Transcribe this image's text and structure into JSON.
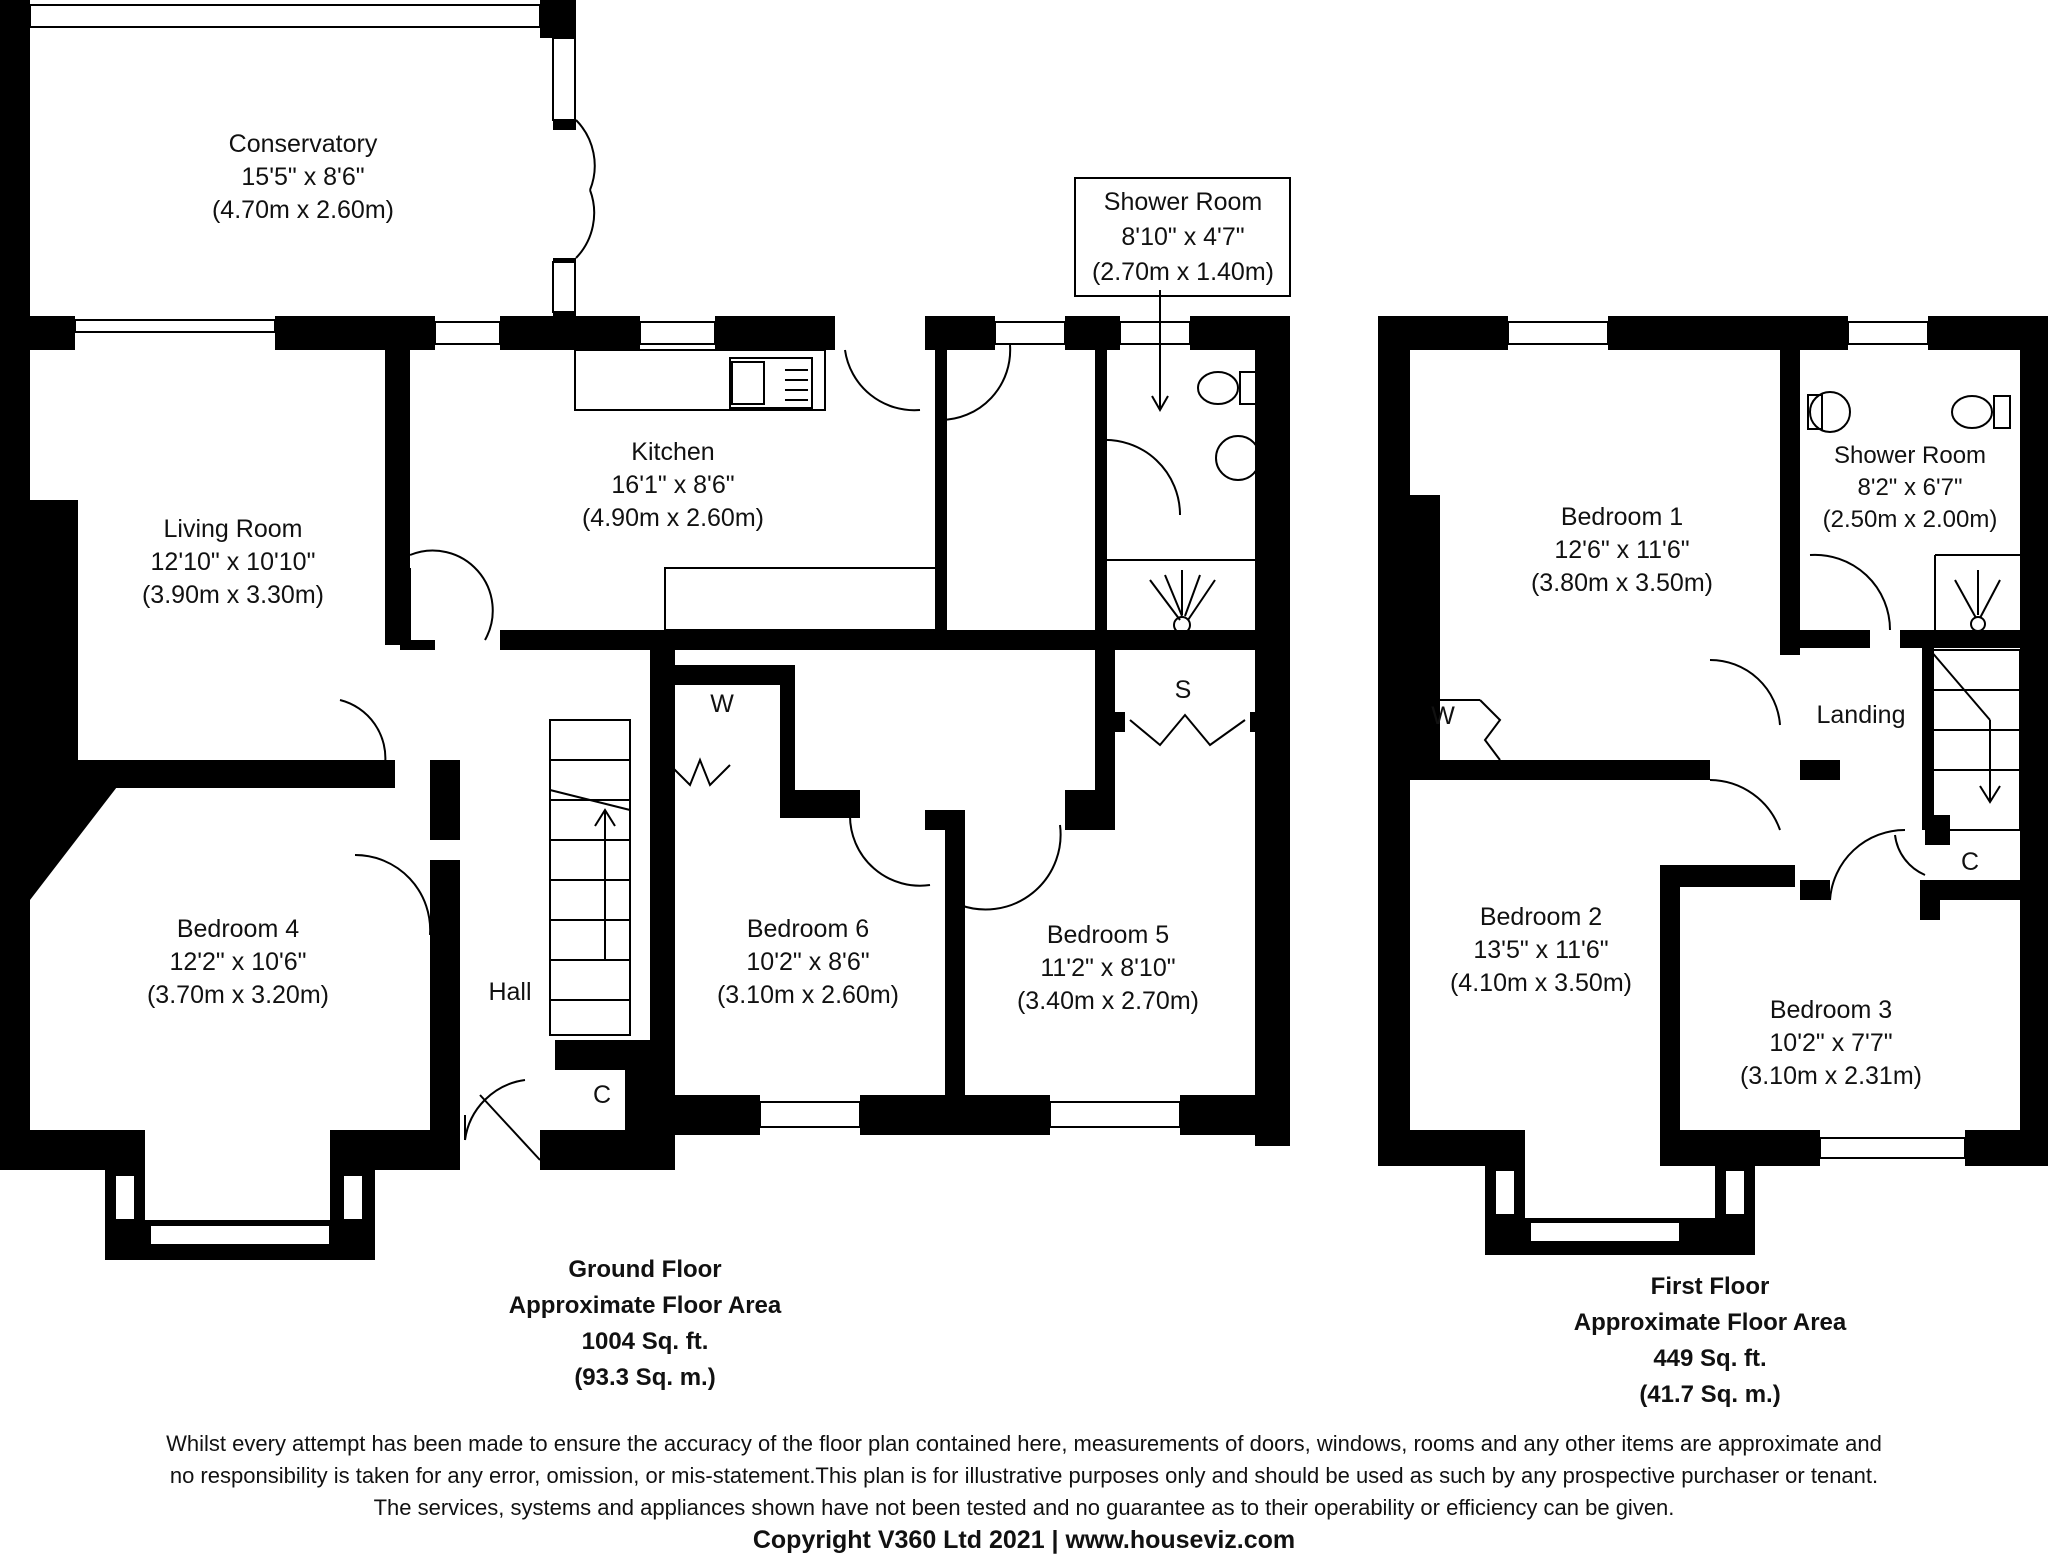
{
  "rooms": {
    "conservatory": {
      "name": "Conservatory",
      "imperial": "15'5\" x 8'6\"",
      "metric": "(4.70m x 2.60m)"
    },
    "living_room": {
      "name": "Living Room",
      "imperial": "12'10\" x 10'10\"",
      "metric": "(3.90m x 3.30m)"
    },
    "kitchen": {
      "name": "Kitchen",
      "imperial": "16'1\" x 8'6\"",
      "metric": "(4.90m x 2.60m)"
    },
    "shower_room_gf": {
      "name": "Shower Room",
      "imperial": "8'10\" x 4'7\"",
      "metric": "(2.70m x 1.40m)"
    },
    "bedroom4": {
      "name": "Bedroom 4",
      "imperial": "12'2\" x 10'6\"",
      "metric": "(3.70m x 3.20m)"
    },
    "hall": {
      "name": "Hall"
    },
    "bedroom6": {
      "name": "Bedroom 6",
      "imperial": "10'2\" x 8'6\"",
      "metric": "(3.10m x 2.60m)"
    },
    "bedroom5": {
      "name": "Bedroom 5",
      "imperial": "11'2\" x 8'10\"",
      "metric": "(3.40m x 2.70m)"
    },
    "bedroom1": {
      "name": "Bedroom 1",
      "imperial": "12'6\" x 11'6\"",
      "metric": "(3.80m x 3.50m)"
    },
    "shower_room_ff": {
      "name": "Shower Room",
      "imperial": "8'2\" x 6'7\"",
      "metric": "(2.50m x 2.00m)"
    },
    "landing": {
      "name": "Landing"
    },
    "bedroom2": {
      "name": "Bedroom 2",
      "imperial": "13'5\" x 11'6\"",
      "metric": "(4.10m x 3.50m)"
    },
    "bedroom3": {
      "name": "Bedroom 3",
      "imperial": "10'2\" x 7'7\"",
      "metric": "(3.10m x 2.31m)"
    }
  },
  "storage": {
    "wardrobe": "W",
    "store": "S",
    "cupboard": "C"
  },
  "ground_floor": {
    "title": "Ground Floor",
    "subtitle": "Approximate Floor Area",
    "sqft": "1004 Sq. ft.",
    "sqm": "(93.3 Sq. m.)"
  },
  "first_floor": {
    "title": "First Floor",
    "subtitle": "Approximate Floor Area",
    "sqft": "449 Sq. ft.",
    "sqm": "(41.7 Sq. m.)"
  },
  "disclaimer": {
    "line1": "Whilst every attempt has been made to ensure the accuracy of the floor plan contained here, measurements of doors, windows, rooms and any other items are approximate and",
    "line2": "no responsibility is taken for any error, omission, or mis-statement.This plan is for illustrative purposes only and should be used as such by any prospective purchaser or tenant.",
    "line3": "The services, systems and appliances shown have not been tested and no guarantee as to their operability or efficiency can be given."
  },
  "copyright": "Copyright V360 Ltd 2021 | www.houseviz.com"
}
